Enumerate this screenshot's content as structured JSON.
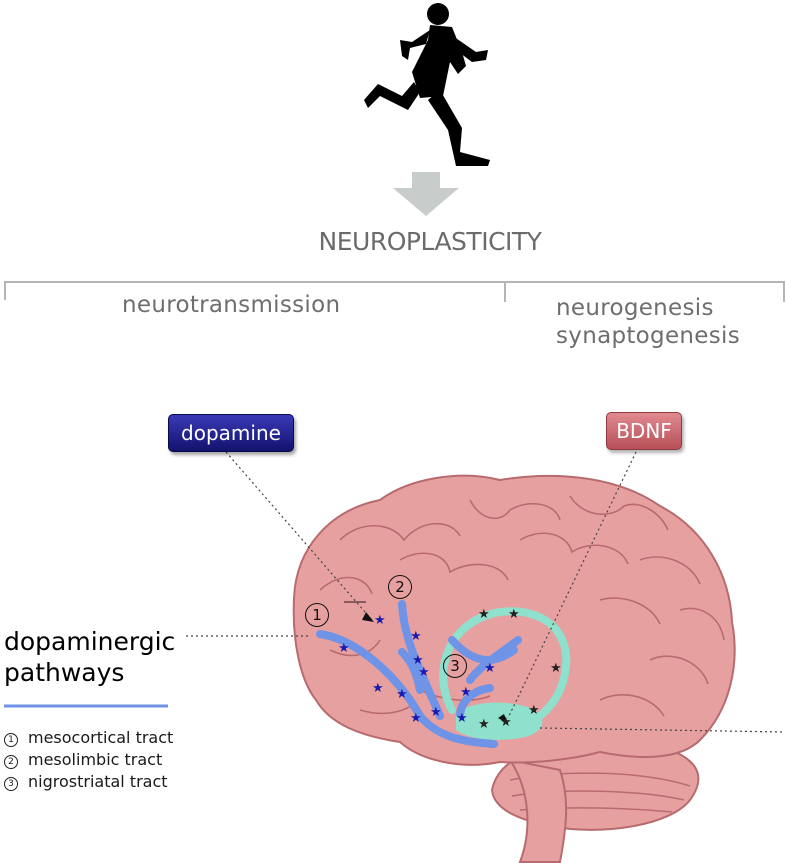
{
  "title": "NEUROPLASTICITY",
  "branches": {
    "left": "neurotransmission",
    "right_line1": "neurogenesis",
    "right_line2": "synaptogenesis"
  },
  "boxes": {
    "dopamine": "dopamine",
    "bdnf": "BDNF"
  },
  "pathways": {
    "line1": "dopaminergic",
    "line2": "pathways"
  },
  "tracts": [
    {
      "number": "1",
      "label": "mesocortical tract"
    },
    {
      "number": "2",
      "label": "mesolimbic tract"
    },
    {
      "number": "3",
      "label": "nigrostriatal tract"
    }
  ],
  "colors": {
    "brain": "#e7a0a0",
    "brain_outline": "#b86b6e",
    "pathway": "#6f93e6",
    "hippocampus": "#8fe0cc",
    "dopamine_box": "#1c1c8c",
    "bdnf_box": "#c9626a",
    "arrow": "#c8cdcc",
    "dopamine_star": "#1a1ab0",
    "bdnf_star": "#222222"
  },
  "icons": [
    "runner-icon",
    "down-arrow-icon",
    "brain-illustration",
    "star-icon"
  ]
}
